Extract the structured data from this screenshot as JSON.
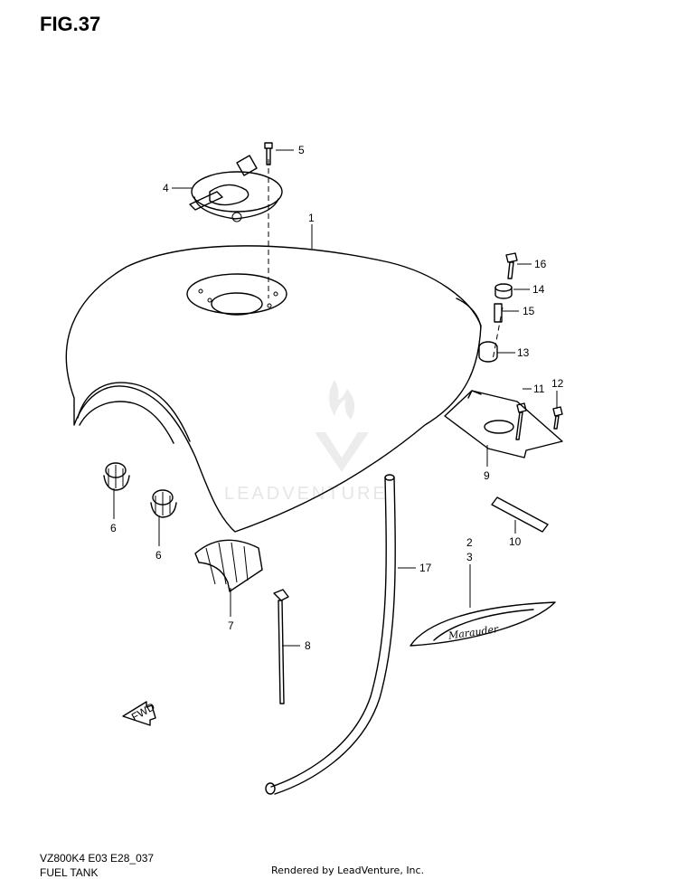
{
  "figure": {
    "title": "FIG.37",
    "ref_code": "VZ800K4 E03 E28_037",
    "section_name": "FUEL TANK",
    "credit": "Rendered by LeadVenture, Inc.",
    "watermark": "LEADVENTURE",
    "badge_text": "Marauder",
    "fwd_label": "FWD"
  },
  "callouts": [
    "1",
    "2",
    "3",
    "4",
    "5",
    "6",
    "6",
    "7",
    "8",
    "9",
    "10",
    "11",
    "12",
    "13",
    "14",
    "15",
    "16",
    "17"
  ],
  "colors": {
    "line": "#000000",
    "watermark": "#e6e6e6",
    "background": "#ffffff"
  }
}
